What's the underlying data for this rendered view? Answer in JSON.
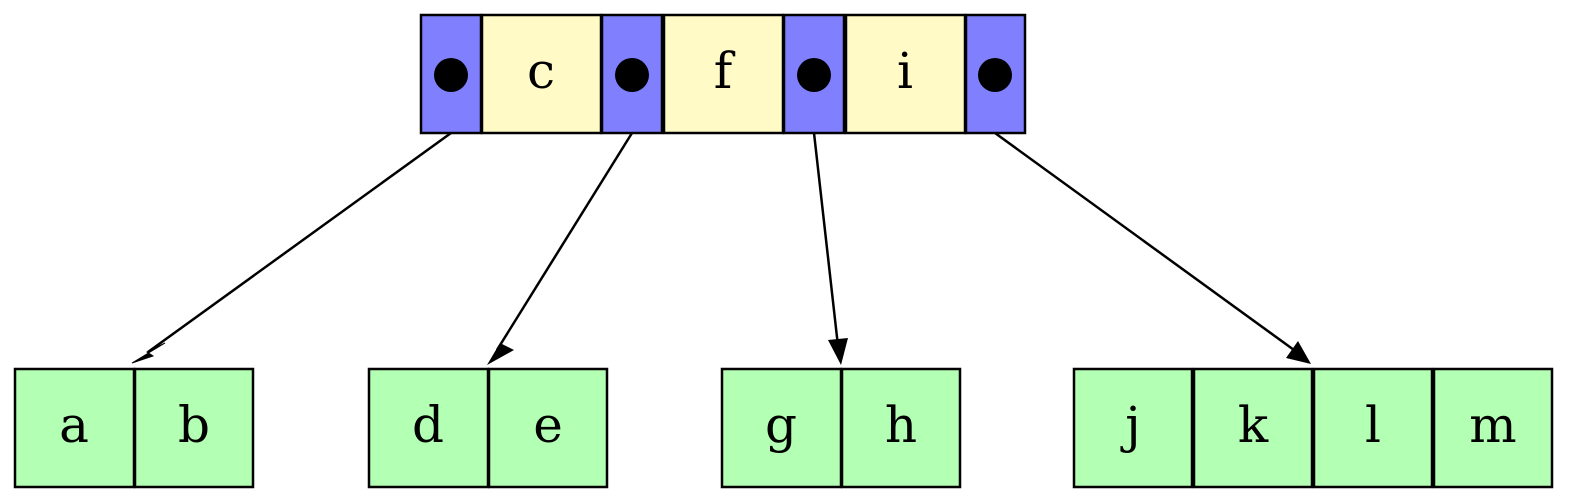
{
  "colors": {
    "pointer_fill": "#8080ff",
    "key_fill": "#fffac6",
    "leaf_fill": "#b3ffb3",
    "stroke": "#000000"
  },
  "root": {
    "keys": [
      "c",
      "f",
      "i"
    ]
  },
  "leaves": [
    {
      "keys": [
        "a",
        "b"
      ]
    },
    {
      "keys": [
        "d",
        "e"
      ]
    },
    {
      "keys": [
        "g",
        "h"
      ]
    },
    {
      "keys": [
        "j",
        "k",
        "l",
        "m"
      ]
    }
  ]
}
